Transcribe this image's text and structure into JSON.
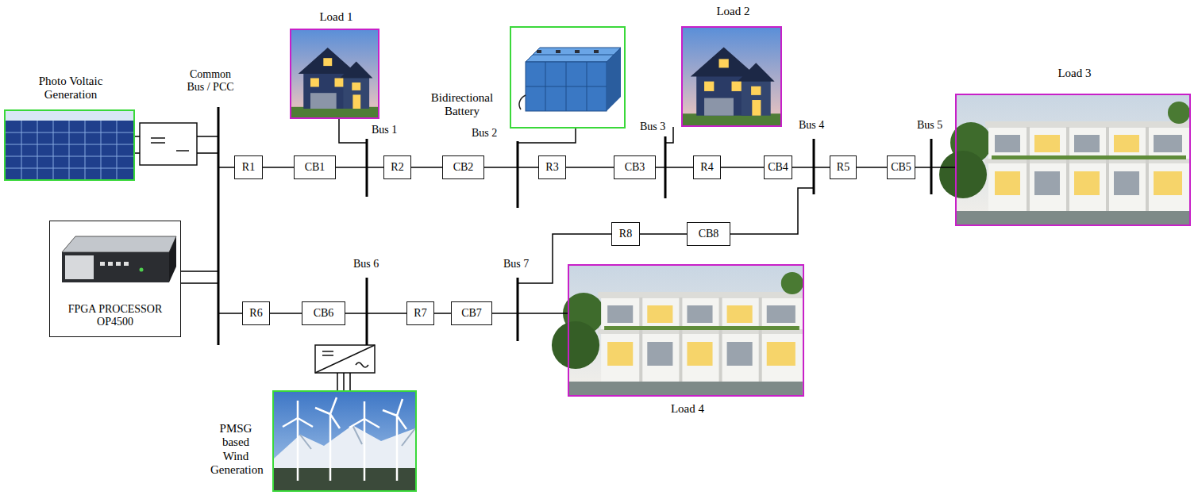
{
  "diagram": {
    "nodes": [
      {
        "text": [
          "Photo Voltaic Generation"
        ]
      },
      {
        "text": [
          "Load 1"
        ]
      },
      {
        "text": [
          "Bidirectional Battery"
        ]
      },
      {
        "text": [
          "Load 2"
        ]
      },
      {
        "text": [
          "Load 3"
        ]
      },
      {
        "text": [
          "R1"
        ]
      },
      {
        "text": [
          "CB1"
        ]
      },
      {
        "text": [
          "R2"
        ]
      },
      {
        "text": [
          "CB2"
        ]
      },
      {
        "text": [
          "R3"
        ]
      },
      {
        "text": [
          "CB3"
        ]
      },
      {
        "text": [
          "R4"
        ]
      },
      {
        "text": [
          "CB4"
        ]
      },
      {
        "text": [
          "R5"
        ]
      },
      {
        "text": [
          "CB5"
        ]
      },
      {
        "text": [
          "R8"
        ]
      },
      {
        "text": [
          "CB8"
        ]
      },
      {
        "text": [
          "FPGA PROCESSOR OP4500"
        ]
      },
      {
        "text": [
          "R6"
        ]
      },
      {
        "text": [
          "CB6"
        ]
      },
      {
        "text": [
          "R7"
        ]
      },
      {
        "text": [
          "CB7"
        ]
      },
      {
        "text": [
          "Load 4"
        ]
      },
      {
        "text": [
          "PMSG based Wind Generation"
        ]
      }
    ],
    "edges": [
      {
        "from": 5,
        "to": 6,
        "arrow": "none"
      },
      {
        "from": 6,
        "to": 7,
        "arrow": "none"
      },
      {
        "from": 7,
        "to": 8,
        "arrow": "none"
      },
      {
        "from": 8,
        "to": 9,
        "arrow": "none"
      },
      {
        "from": 9,
        "to": 10,
        "arrow": "none"
      },
      {
        "from": 10,
        "to": 11,
        "arrow": "none"
      },
      {
        "from": 11,
        "to": 12,
        "arrow": "none"
      },
      {
        "from": 12,
        "to": 13,
        "arrow": "none"
      },
      {
        "from": 13,
        "to": 14,
        "arrow": "none"
      },
      {
        "from": 15,
        "to": 16,
        "arrow": "none"
      },
      {
        "from": 18,
        "to": 19,
        "arrow": "none"
      },
      {
        "from": 19,
        "to": 20,
        "arrow": "none"
      },
      {
        "from": 20,
        "to": 21,
        "arrow": "none"
      }
    ],
    "labels": [
      "Common Bus / PCC",
      "Bus 1",
      "Bus 2",
      "Bus 3",
      "Bus 4",
      "Bus 5",
      "Bus 6",
      "Bus 7"
    ]
  }
}
